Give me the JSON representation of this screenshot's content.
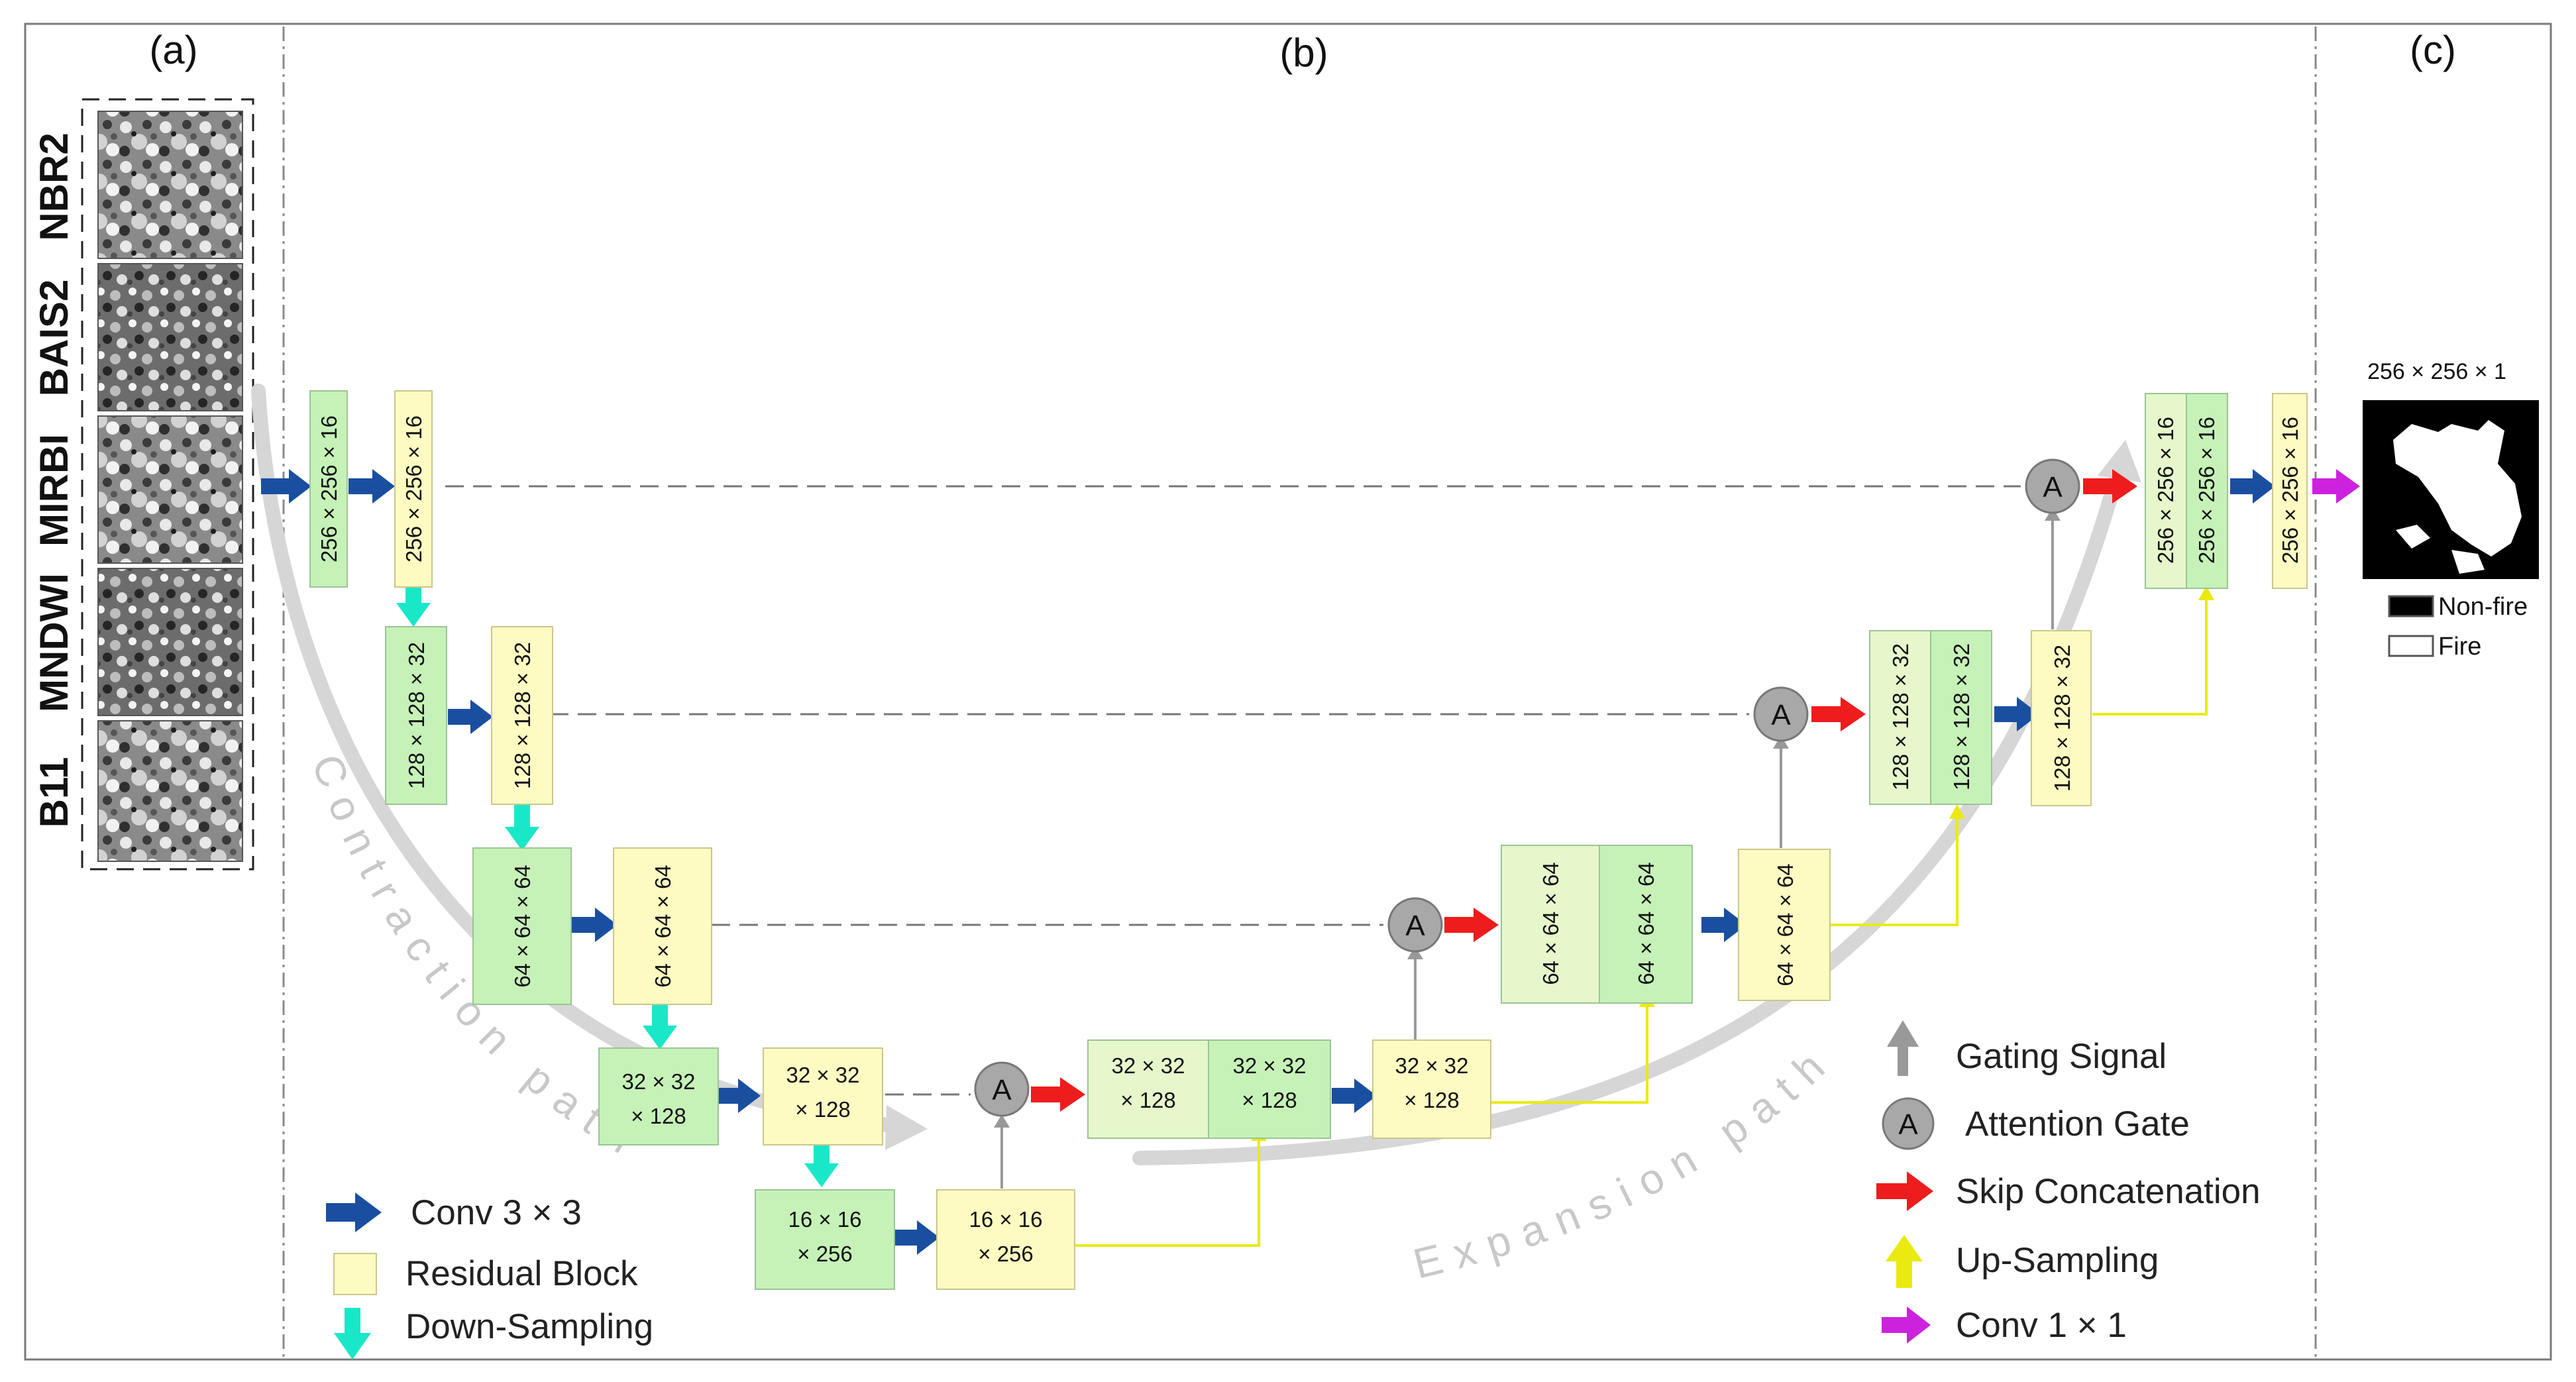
{
  "panels": {
    "a": "(a)",
    "b": "(b)",
    "c": "(c)"
  },
  "input_bands": [
    "NBR2",
    "BAIS2",
    "MIRBI",
    "MNDWI",
    "B11"
  ],
  "paths": {
    "contraction": "Contraction path",
    "expansion": "Expansion path"
  },
  "gate_letter": "A",
  "blocks": {
    "enc0_conv": "256 × 256 × 16",
    "enc0_res": "256 × 256 × 16",
    "enc1_conv": "128 × 128 × 32",
    "enc1_res": "128 × 128 × 32",
    "enc2_conv": "64 × 64 × 64",
    "enc2_res": "64 × 64 × 64",
    "enc3_conv": [
      "32 × 32",
      "× 128"
    ],
    "enc3_res": [
      "32 × 32",
      "× 128"
    ],
    "bottleneck_conv": [
      "16 × 16",
      "× 256"
    ],
    "bottleneck_res": [
      "16 × 16",
      "× 256"
    ],
    "dec3_concat_a": [
      "32 × 32",
      "× 128"
    ],
    "dec3_concat_b": [
      "32 × 32",
      "× 128"
    ],
    "dec3_res": [
      "32 × 32",
      "× 128"
    ],
    "dec2_concat_a": "64 × 64 × 64",
    "dec2_concat_b": "64 × 64 × 64",
    "dec2_res": "64 × 64 × 64",
    "dec1_concat_a": "128 × 128 × 32",
    "dec1_concat_b": "128 × 128 × 32",
    "dec1_res": "128 × 128 × 32",
    "dec0_concat_a": "256 × 256 × 16",
    "dec0_concat_b": "256 × 256 × 16",
    "dec0_res": "256 × 256 × 16"
  },
  "output": {
    "size": "256 × 256 × 1",
    "legend": [
      "Non-fire",
      "Fire"
    ]
  },
  "legend": {
    "conv3": "Conv 3 × 3",
    "residual": "Residual Block",
    "down": "Down-Sampling",
    "gating": "Gating Signal",
    "attention": "Attention Gate",
    "skip": "Skip Concatenation",
    "up": "Up-Sampling",
    "conv1": "Conv 1 × 1"
  },
  "colors": {
    "conv_box": "#c6f2b8",
    "residual_box": "#fdfbc2",
    "conv_arrow": "#1a4fa0",
    "down_arrow": "#19e8c8",
    "skip_arrow": "#ee1c1c",
    "up_arrow": "#eaea10",
    "gating_arrow": "#999999",
    "conv1_arrow": "#cc22dd",
    "gate_fill": "#a8a8a8"
  }
}
